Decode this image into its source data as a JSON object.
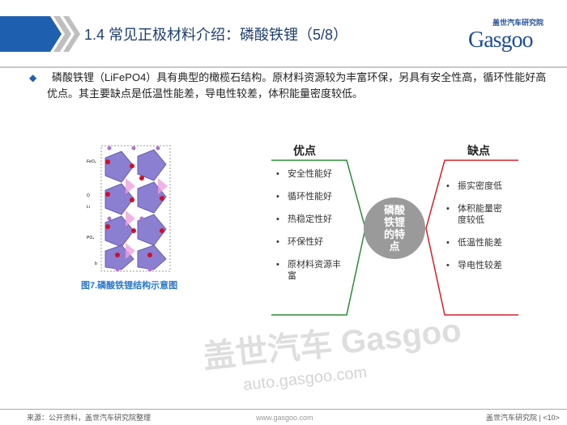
{
  "header": {
    "title": "1.4 常见正极材料介绍：磷酸铁锂（5/8）",
    "logo_top": "盖世汽车研究院",
    "logo_text": "Gasgoo",
    "accent": "#1f5fb0"
  },
  "intro": "磷酸铁锂（LiFePO4）具有典型的橄榄石结构。原材料资源较为丰富环保，另具有安全性高，循环性能好高优点。其主要缺点是低温性能差，导电性较差，体积能量密度较低。",
  "figure": {
    "labels": [
      "FeO₆",
      "O",
      "Li",
      "PO₄",
      "b"
    ],
    "caption": "图7.磷酸铁锂结构示意图"
  },
  "pros": {
    "title": "优点",
    "color": "#2e8b3a",
    "items": [
      "安全性能好",
      "循环性能好",
      "热稳定性好",
      "环保性好",
      "原材料资源丰富"
    ]
  },
  "center": "磷酸铁锂的特点",
  "cons": {
    "title": "缺点",
    "color": "#d0202a",
    "items": [
      "振实密度低",
      "体积能量密度较低",
      "低温性能差",
      "导电性较差"
    ]
  },
  "watermark": {
    "brand": "盖世汽车 Gasgoo",
    "url": "auto.gasgoo.com"
  },
  "footer": {
    "source": "来源：公开资料，盖世汽车研究院整理",
    "site": "www.gasgoo.com",
    "page": "盖世汽车研究院 | <10>"
  }
}
